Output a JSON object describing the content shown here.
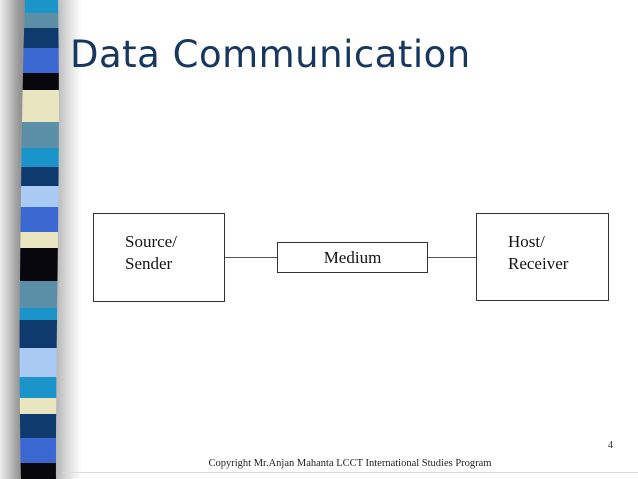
{
  "slide": {
    "title": "Data Communication",
    "footer": "Copyright Mr.Anjan Mahanta LCCT International Studies Program",
    "page_number": "4"
  },
  "diagram": {
    "source_box": {
      "line1": "Source/",
      "line2": "Sender"
    },
    "medium_box": {
      "label": "Medium"
    },
    "host_box": {
      "line1": "Host/",
      "line2": "Receiver"
    }
  },
  "colors": {
    "title_text": "#17375E",
    "box_border": "#333333",
    "connector": "#555555",
    "footer_text": "#1F1F1F"
  },
  "ribbon": {
    "palette": {
      "cyan": "#1B95C9",
      "steel": "#5B8FA8",
      "navy": "#0F3A6D",
      "royal": "#3A68D0",
      "black": "#07070D",
      "cream": "#E9E5C1",
      "lightblue": "#A9CAF3"
    },
    "segments": [
      [
        "cyan",
        13
      ],
      [
        "steel",
        15
      ],
      [
        "navy",
        20
      ],
      [
        "royal",
        25
      ],
      [
        "black",
        17
      ],
      [
        "cream",
        32
      ],
      [
        "steel",
        26
      ],
      [
        "cyan",
        19
      ],
      [
        "navy",
        19
      ],
      [
        "lightblue",
        21
      ],
      [
        "royal",
        25
      ],
      [
        "cream",
        16
      ],
      [
        "black",
        33
      ],
      [
        "steel",
        27
      ],
      [
        "cyan",
        12
      ],
      [
        "navy",
        28
      ],
      [
        "lightblue",
        29
      ],
      [
        "cyan",
        21
      ],
      [
        "cream",
        16
      ],
      [
        "navy",
        24
      ],
      [
        "royal",
        25
      ],
      [
        "black",
        16
      ]
    ]
  }
}
